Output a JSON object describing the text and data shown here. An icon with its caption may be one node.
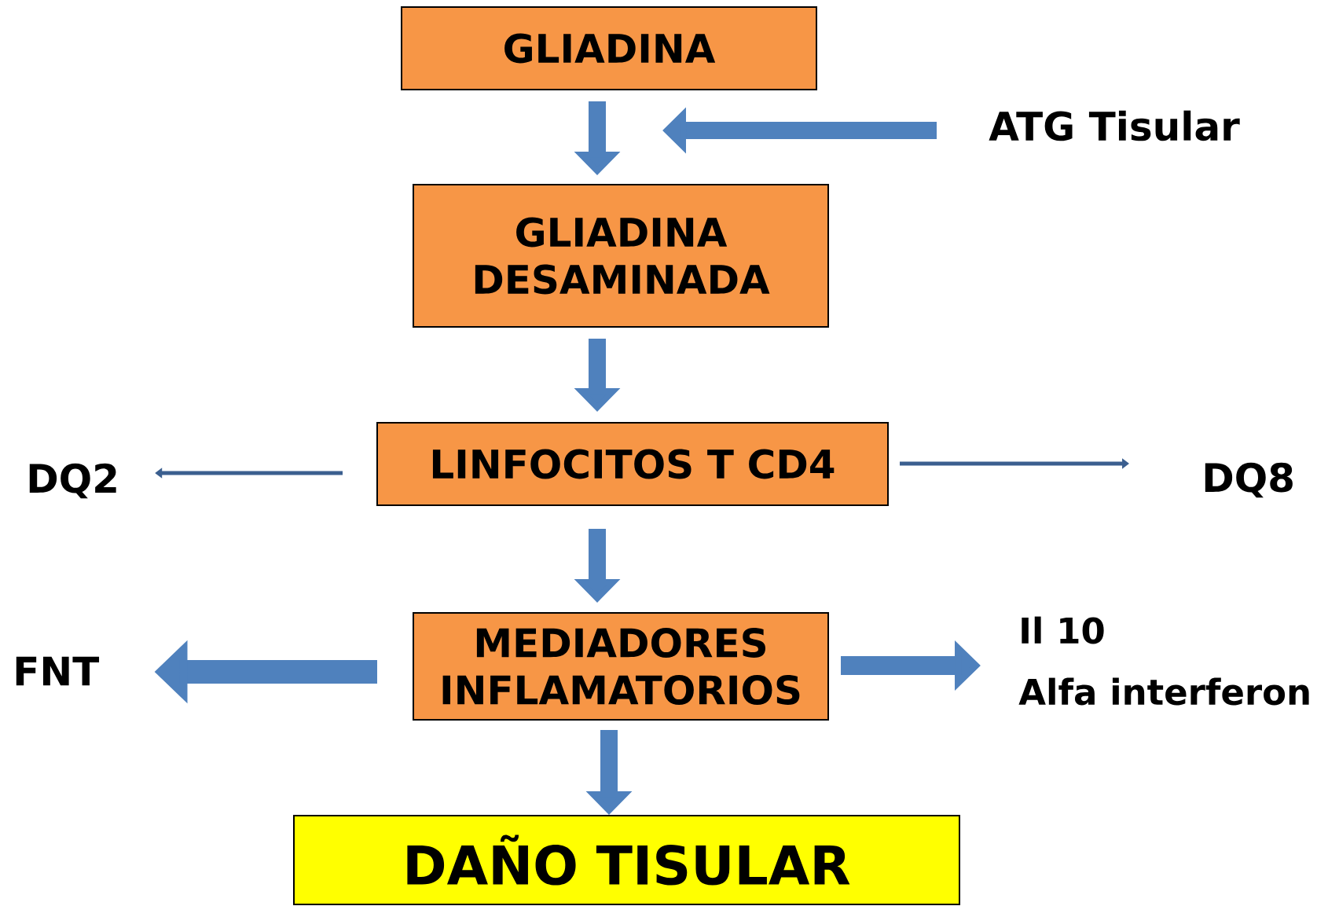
{
  "diagram": {
    "nodes": [
      {
        "text": [
          "GLIADINA"
        ]
      },
      {
        "text": [
          "ATG Tisular"
        ]
      },
      {
        "text": [
          "GLIADINA DESAMINADA"
        ]
      },
      {
        "text": [
          "LINFOCITOS T CD4"
        ]
      },
      {
        "text": [
          "DQ2"
        ]
      },
      {
        "text": [
          "DQ8"
        ]
      },
      {
        "text": [
          "MEDIADORES INFLAMATORIOS"
        ]
      },
      {
        "text": [
          "FNT"
        ]
      },
      {
        "text": [
          "Il 10",
          "Alfa interferon"
        ]
      },
      {
        "text": [
          "DAÑO TISULAR"
        ]
      }
    ],
    "edges": [
      {
        "from": 0,
        "to": 2,
        "arrow": "to"
      },
      {
        "from": 1,
        "to": null,
        "arrow": "to"
      },
      {
        "from": 2,
        "to": 3,
        "arrow": "to"
      },
      {
        "from": 3,
        "to": 4,
        "arrow": "to",
        "color": "#3b5f8f"
      },
      {
        "from": 3,
        "to": 5,
        "arrow": "to",
        "color": "#3b5f8f"
      },
      {
        "from": 3,
        "to": 6,
        "arrow": "to"
      },
      {
        "from": 6,
        "to": 7,
        "arrow": "to"
      },
      {
        "from": 6,
        "to": 8,
        "arrow": "to"
      },
      {
        "from": 6,
        "to": 9,
        "arrow": "to"
      }
    ]
  }
}
